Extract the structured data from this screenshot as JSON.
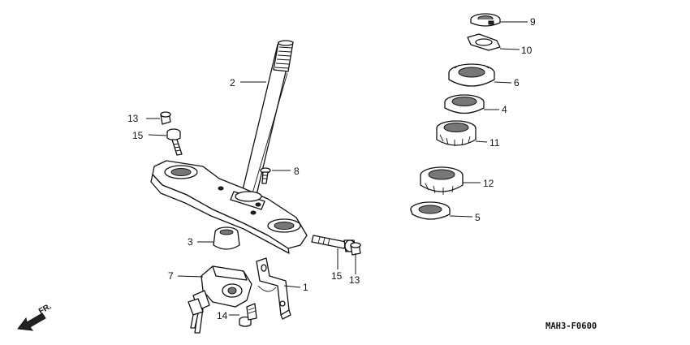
{
  "callouts": [
    {
      "key": "c9",
      "label": "9"
    },
    {
      "key": "c10",
      "label": "10"
    },
    {
      "key": "c6",
      "label": "6"
    },
    {
      "key": "c4",
      "label": "4"
    },
    {
      "key": "c11",
      "label": "11"
    },
    {
      "key": "c12",
      "label": "12"
    },
    {
      "key": "c5",
      "label": "5"
    },
    {
      "key": "c2",
      "label": "2"
    },
    {
      "key": "c13a",
      "label": "13"
    },
    {
      "key": "c15a",
      "label": "15"
    },
    {
      "key": "c8",
      "label": "8"
    },
    {
      "key": "c3",
      "label": "3"
    },
    {
      "key": "c7",
      "label": "7"
    },
    {
      "key": "c1",
      "label": "1"
    },
    {
      "key": "c14",
      "label": "14"
    },
    {
      "key": "c15b",
      "label": "15"
    },
    {
      "key": "c13b",
      "label": "13"
    }
  ],
  "direction_label": "FR.",
  "diagram_code": "MAH3-F0600"
}
